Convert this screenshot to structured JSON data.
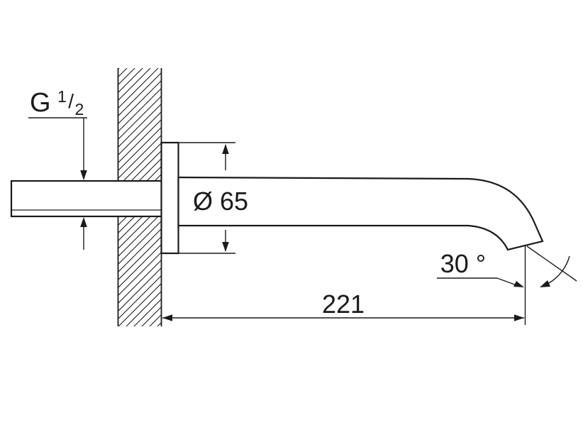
{
  "drawing": {
    "labels": {
      "thread": {
        "prefix": "G",
        "numerator": "1",
        "slash": "/",
        "denominator": "2"
      },
      "diameter": "Ø 65",
      "projection_length": "221",
      "spout_angle": "30 °"
    },
    "colors": {
      "line": "#1a1a1a",
      "background": "#ffffff"
    }
  }
}
